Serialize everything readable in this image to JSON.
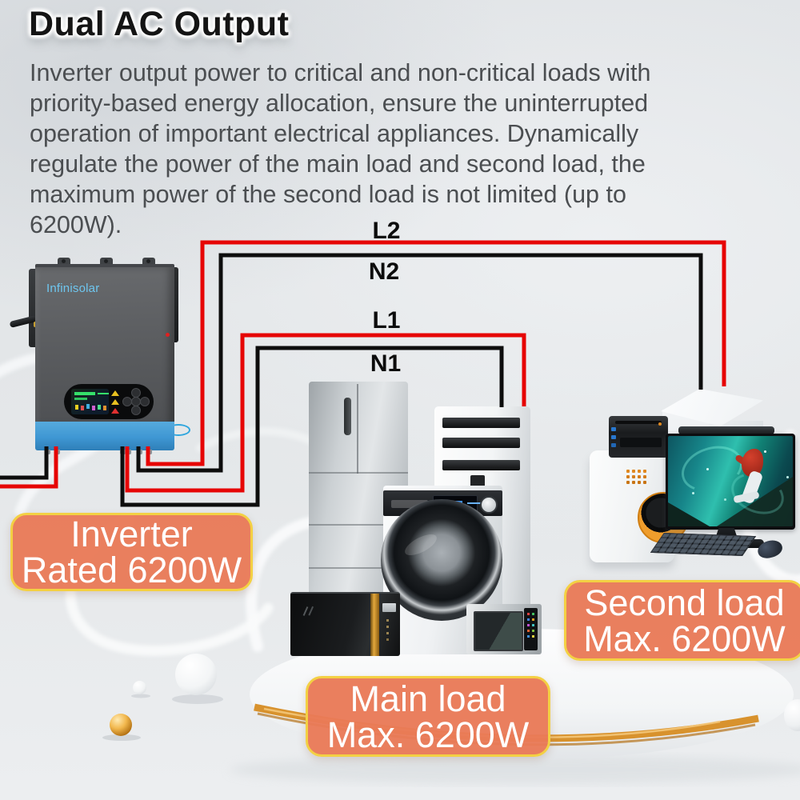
{
  "title": "Dual AC Output",
  "description_lines": [
    "Inverter output power to critical and non-critical loads with",
    "priority-based energy allocation, ensure the uninterrupted",
    "operation of important electrical appliances. Dynamically",
    "regulate the power of the main load and second load, the",
    "maximum power of the second load is not limited (up to",
    "6200W)."
  ],
  "wires": {
    "l2": "L2",
    "n2": "N2",
    "l1": "L1",
    "n1": "N1"
  },
  "inverter_brand": {
    "bold": "Infini",
    "light": "solar"
  },
  "labels": {
    "inverter": {
      "line1": "Inverter",
      "line2": "Rated 6200W"
    },
    "main_load": {
      "line1": "Main load",
      "line2": "Max. 6200W"
    },
    "second_load": {
      "line1": "Second load",
      "line2": "Max. 6200W"
    }
  },
  "colors": {
    "wire_live_red": "#e60505",
    "wire_neutral_black": "#0d0d0d",
    "callout_background": "#e97a57",
    "callout_border_yellow": "#f3d043",
    "callout_text": "#ffffff",
    "brand_blue": "#1da1e4",
    "inverter_band_blue": "#3f97d3",
    "podium_gold": "#d8922d"
  }
}
